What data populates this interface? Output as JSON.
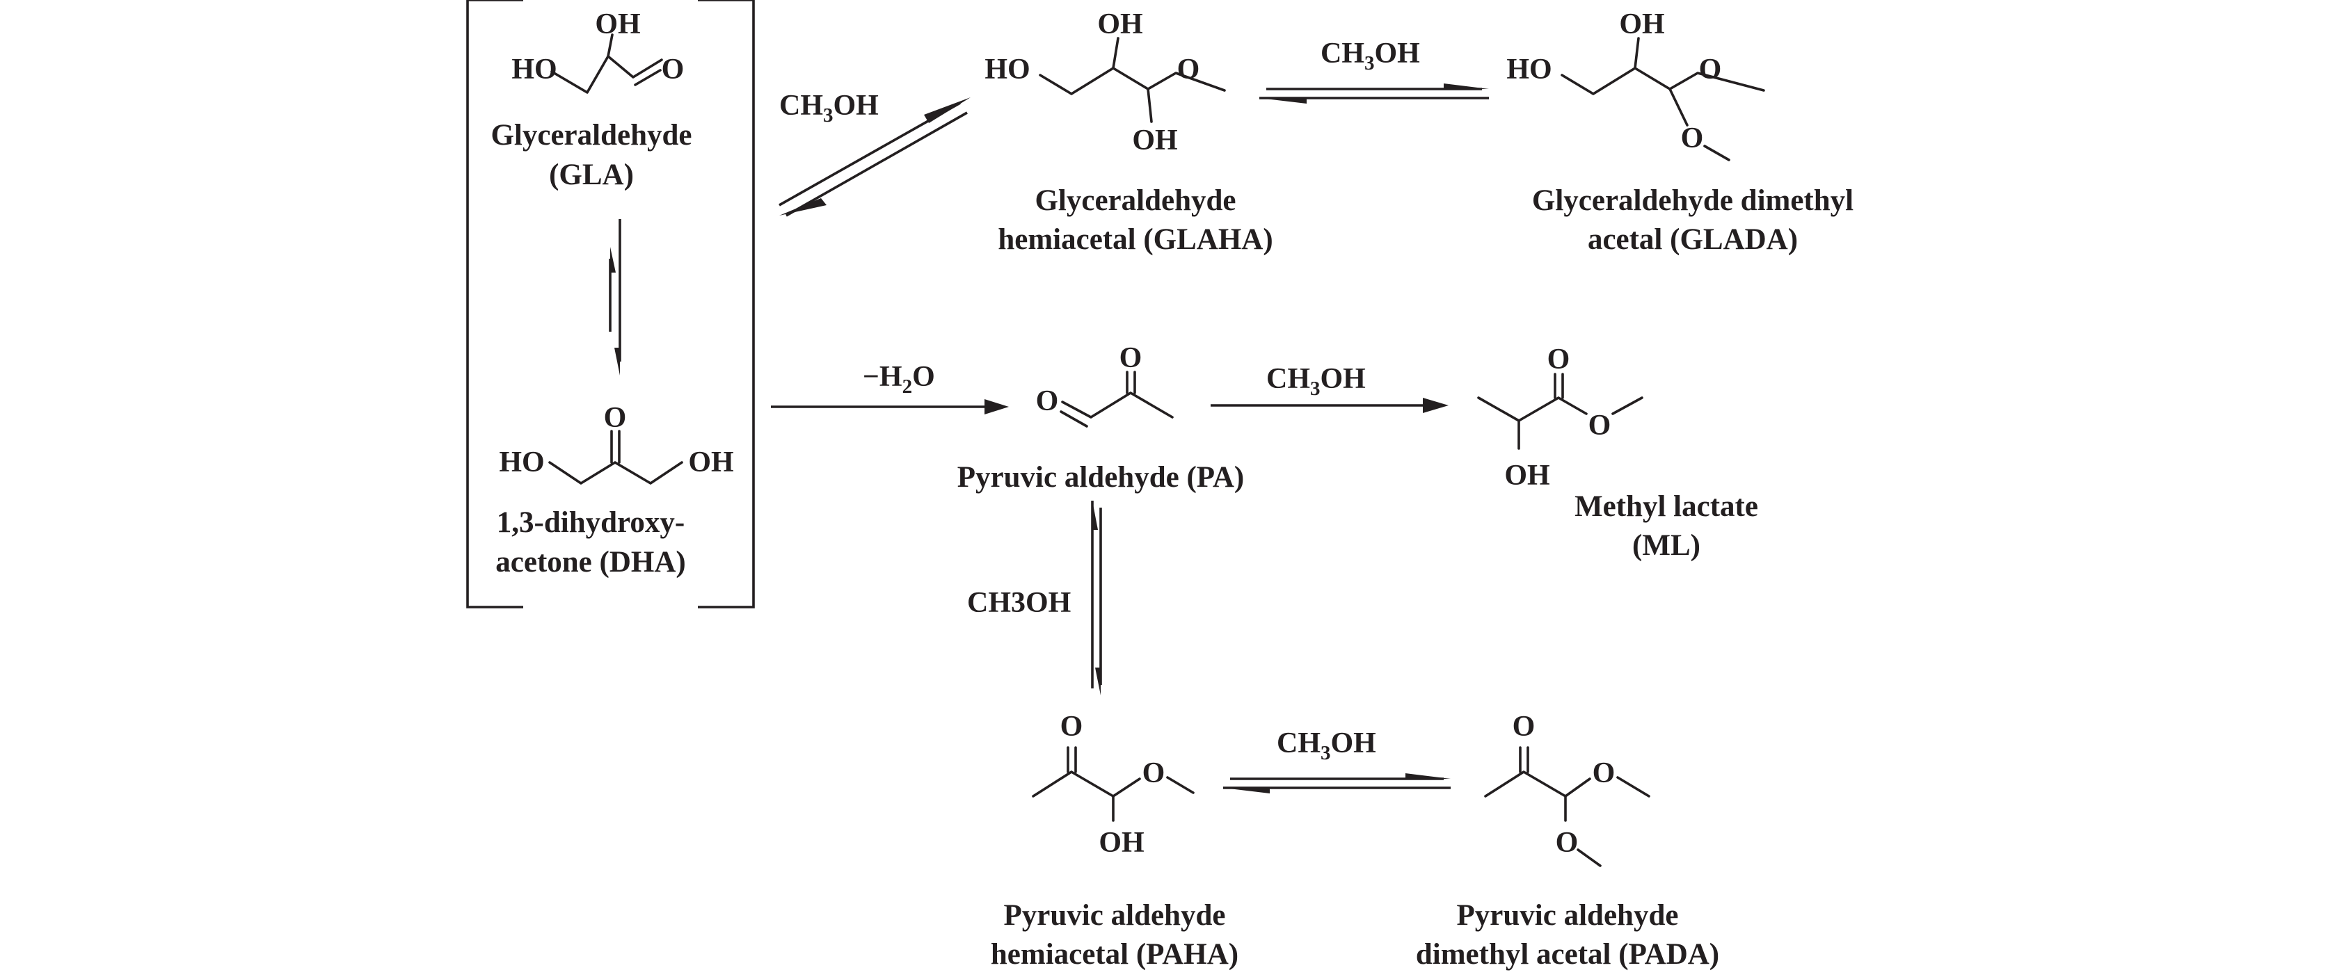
{
  "compounds": {
    "gla": {
      "name": [
        "Glyceraldehyde",
        "(GLA)"
      ],
      "atoms": {
        "oh_top": "OH",
        "ho_left": "HO",
        "o_ald": "O"
      }
    },
    "dha": {
      "name": [
        "1,3-dihydroxy-",
        "acetone (DHA)"
      ],
      "atoms": {
        "o_keto": "O",
        "ho_left": "HO",
        "oh_right": "OH"
      }
    },
    "glaha": {
      "name": [
        "Glyceraldehyde",
        "hemiacetal (GLAHA)"
      ],
      "atoms": {
        "oh_top": "OH",
        "ho_left": "HO",
        "o_ether": "O",
        "oh_bottom": "OH"
      }
    },
    "glada": {
      "name": [
        "Glyceraldehyde dimethyl",
        "acetal (GLADA)"
      ],
      "atoms": {
        "oh_top": "OH",
        "ho_left": "HO",
        "o_ether1": "O",
        "o_ether2": "O"
      }
    },
    "pa": {
      "name": [
        "Pyruvic aldehyde (PA)"
      ],
      "atoms": {
        "o_ald": "O",
        "o_keto": "O"
      }
    },
    "ml": {
      "name": [
        "Methyl lactate",
        "(ML)"
      ],
      "atoms": {
        "o_carbonyl": "O",
        "o_ester": "O",
        "oh": "OH"
      }
    },
    "paha": {
      "name": [
        "Pyruvic aldehyde",
        "hemiacetal (PAHA)"
      ],
      "atoms": {
        "o_keto": "O",
        "o_ether": "O",
        "oh": "OH"
      }
    },
    "pada": {
      "name": [
        "Pyruvic aldehyde",
        "dimethyl acetal (PADA)"
      ],
      "atoms": {
        "o_keto": "O",
        "o_ether1": "O",
        "o_ether2": "O"
      }
    }
  },
  "conditions": {
    "gla_to_glaha": {
      "pre": "CH",
      "sub": "3",
      "post": "OH"
    },
    "glaha_to_glada": {
      "pre": "CH",
      "sub": "3",
      "post": "OH"
    },
    "dha_to_pa": {
      "pre": "−H",
      "sub": "2",
      "post": "O"
    },
    "pa_to_ml": {
      "pre": "CH",
      "sub": "3",
      "post": "OH"
    },
    "pa_to_paha": {
      "text": "CH3OH"
    },
    "paha_to_pada": {
      "pre": "CH",
      "sub": "3",
      "post": "OH"
    }
  }
}
